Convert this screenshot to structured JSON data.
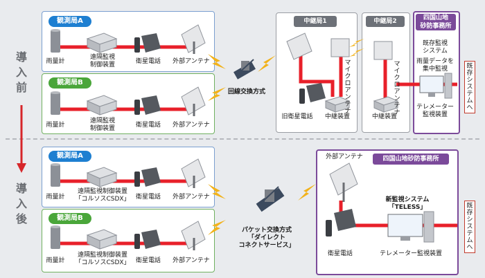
{
  "phases": {
    "before": "導入前",
    "after": "導入後"
  },
  "before": {
    "station_a": {
      "label": "観測局A",
      "rain_gauge": "雨量計",
      "controller": [
        "遠隔監視",
        "制御装置"
      ],
      "sat_phone": "衛星電話",
      "antenna": "外部アンテナ"
    },
    "station_b": {
      "label": "観測局B",
      "rain_gauge": "雨量計",
      "controller": [
        "遠隔監視",
        "制御装置"
      ],
      "sat_phone": "衛星電話",
      "antenna": "外部アンテナ"
    },
    "satellite_label": "回線交換方式",
    "relay1": {
      "title": "中継局1",
      "micro_antenna": "マイクロアンテナ",
      "old_phone": "旧衛星電話",
      "relay_device": "中継装置"
    },
    "relay2": {
      "title": "中継局2",
      "micro_antenna": "マイクロアンテナ",
      "relay_device": "中継装置"
    },
    "office": {
      "title": [
        "四国山地",
        "砂防事務所"
      ],
      "system": [
        "既存監視",
        "システム"
      ],
      "collect": [
        "雨量データを",
        "集中監視"
      ],
      "device": [
        "テレメーター",
        "監視装置"
      ]
    },
    "existing": "既存システムへ"
  },
  "after": {
    "station_a": {
      "label": "観測局A",
      "rain_gauge": "雨量計",
      "controller": [
        "遠隔監視制御装置",
        "「コルソスCSDX」"
      ],
      "sat_phone": "衛星電話",
      "antenna": "外部アンテナ"
    },
    "station_b": {
      "label": "観測局B",
      "rain_gauge": "雨量計",
      "controller": [
        "遠隔監視制御装置",
        "「コルソスCSDX」"
      ],
      "sat_phone": "衛星電話",
      "antenna": "外部アンテナ"
    },
    "satellite_label": [
      "パケット交換方式",
      "「ダイレクト",
      "コネクトサービス」"
    ],
    "office": {
      "title": "四国山地砂防事務所",
      "antenna": "外部アンテナ",
      "system": [
        "新監視システム",
        "「TELESS」"
      ],
      "sat_phone": "衛星電話",
      "device": "テレメーター監視装置"
    },
    "existing": "既存システムへ"
  },
  "colors": {
    "link": "#e8202a",
    "wireless": "#f2b21a",
    "phase_arrow": "#d6262a",
    "station_a": "#1e7fd1",
    "station_b": "#4aa63a",
    "office": "#7b4a9a"
  }
}
